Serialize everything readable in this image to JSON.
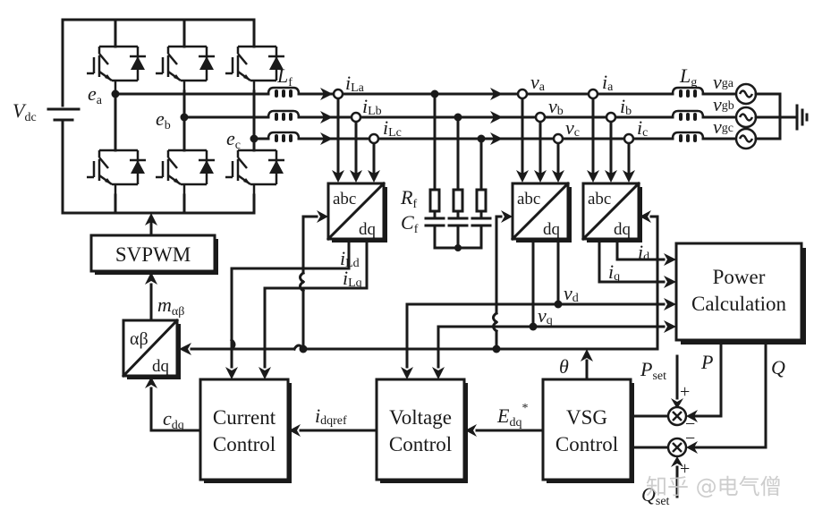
{
  "title": "VSG control block diagram of three-phase inverter with LC filter",
  "power_stage": {
    "dc_source": {
      "symbol": "V",
      "sub": "dc"
    },
    "phase_nodes": [
      {
        "symbol": "e",
        "sub": "a"
      },
      {
        "symbol": "e",
        "sub": "b"
      },
      {
        "symbol": "e",
        "sub": "c"
      }
    ],
    "filter_inductor": {
      "symbol": "L",
      "sub": "f"
    },
    "inductor_currents": [
      {
        "symbol": "i",
        "sub": "La"
      },
      {
        "symbol": "i",
        "sub": "Lb"
      },
      {
        "symbol": "i",
        "sub": "Lc"
      }
    ],
    "filter_resistor": {
      "symbol": "R",
      "sub": "f"
    },
    "filter_capacitor": {
      "symbol": "C",
      "sub": "f"
    },
    "capacitor_voltages": [
      {
        "symbol": "v",
        "sub": "a"
      },
      {
        "symbol": "v",
        "sub": "b"
      },
      {
        "symbol": "v",
        "sub": "c"
      }
    ],
    "grid_currents": [
      {
        "symbol": "i",
        "sub": "a"
      },
      {
        "symbol": "i",
        "sub": "b"
      },
      {
        "symbol": "i",
        "sub": "c"
      }
    ],
    "grid_inductor": {
      "symbol": "L",
      "sub": "g"
    },
    "grid_voltages": [
      {
        "symbol": "v",
        "sub": "ga"
      },
      {
        "symbol": "v",
        "sub": "gb"
      },
      {
        "symbol": "v",
        "sub": "gc"
      }
    ]
  },
  "transforms": {
    "abc_top": "abc",
    "dq_bottom": "dq",
    "ab_top": "αβ"
  },
  "signals": {
    "iLd": {
      "symbol": "i",
      "sub": "Ld"
    },
    "iLq": {
      "symbol": "i",
      "sub": "Lq"
    },
    "id": {
      "symbol": "i",
      "sub": "d"
    },
    "iq": {
      "symbol": "i",
      "sub": "q"
    },
    "vd": {
      "symbol": "v",
      "sub": "d"
    },
    "vq": {
      "symbol": "v",
      "sub": "q"
    },
    "m": {
      "symbol": "m",
      "sub": "αβ"
    },
    "cdq": {
      "symbol": "c",
      "sub": "dq"
    },
    "idqref": {
      "symbol": "i",
      "sub": "dqref"
    },
    "Edq": {
      "symbol": "E",
      "sub": "dq",
      "sup": "*"
    },
    "theta": "θ",
    "P": "P",
    "Q": "Q",
    "Pset": {
      "symbol": "P",
      "sub": "set"
    },
    "Qset": {
      "symbol": "Q",
      "sub": "set"
    },
    "plus": "+",
    "minus": "−"
  },
  "blocks": {
    "svpwm": "SVPWM",
    "current_control": [
      "Current",
      "Control"
    ],
    "voltage_control": [
      "Voltage",
      "Control"
    ],
    "vsg_control": [
      "VSG",
      "Control"
    ],
    "power_calc": [
      "Power",
      "Calculation"
    ]
  },
  "watermark": "知乎 @电气僧"
}
